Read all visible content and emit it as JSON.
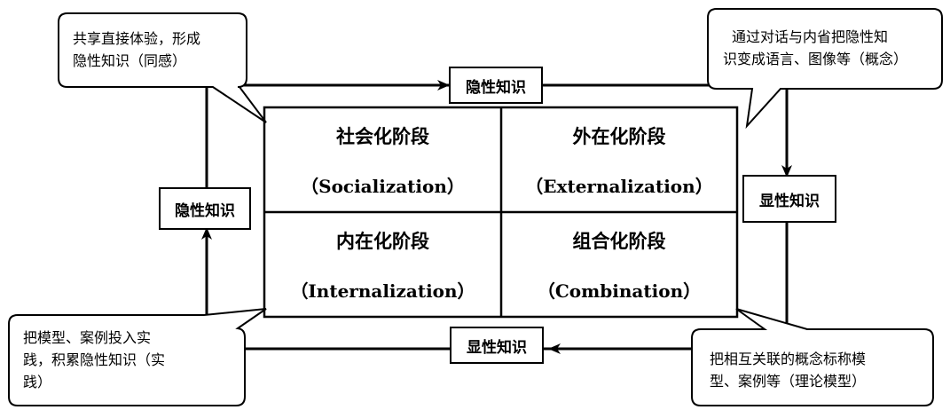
{
  "quadrants": {
    "socialization": {
      "title": "社会化阶段",
      "english": "（Socialization）"
    },
    "externalization": {
      "title": "外在化阶段",
      "english": "（Externalization）"
    },
    "internalization": {
      "title": "内在化阶段",
      "english": "（Internalization）"
    },
    "combination": {
      "title": "组合化阶段",
      "english": "（Combination）"
    }
  },
  "labels": {
    "top": "隐性知识",
    "left": "隐性知识",
    "right": "显性知识",
    "bottom": "显性知识"
  },
  "callouts": {
    "top_left": [
      "共享直接体验，形成",
      "隐性知识（同感）"
    ],
    "top_right": [
      "通过对话与内省把隐性知",
      "识变成语言、图像等（概念）"
    ],
    "bottom_left": [
      "把模型、案例投入实",
      "践，积累隐性知识（实",
      "践）"
    ],
    "bottom_right": [
      "把相互关联的概念标称模",
      "型、案例等（理论模型）"
    ]
  }
}
